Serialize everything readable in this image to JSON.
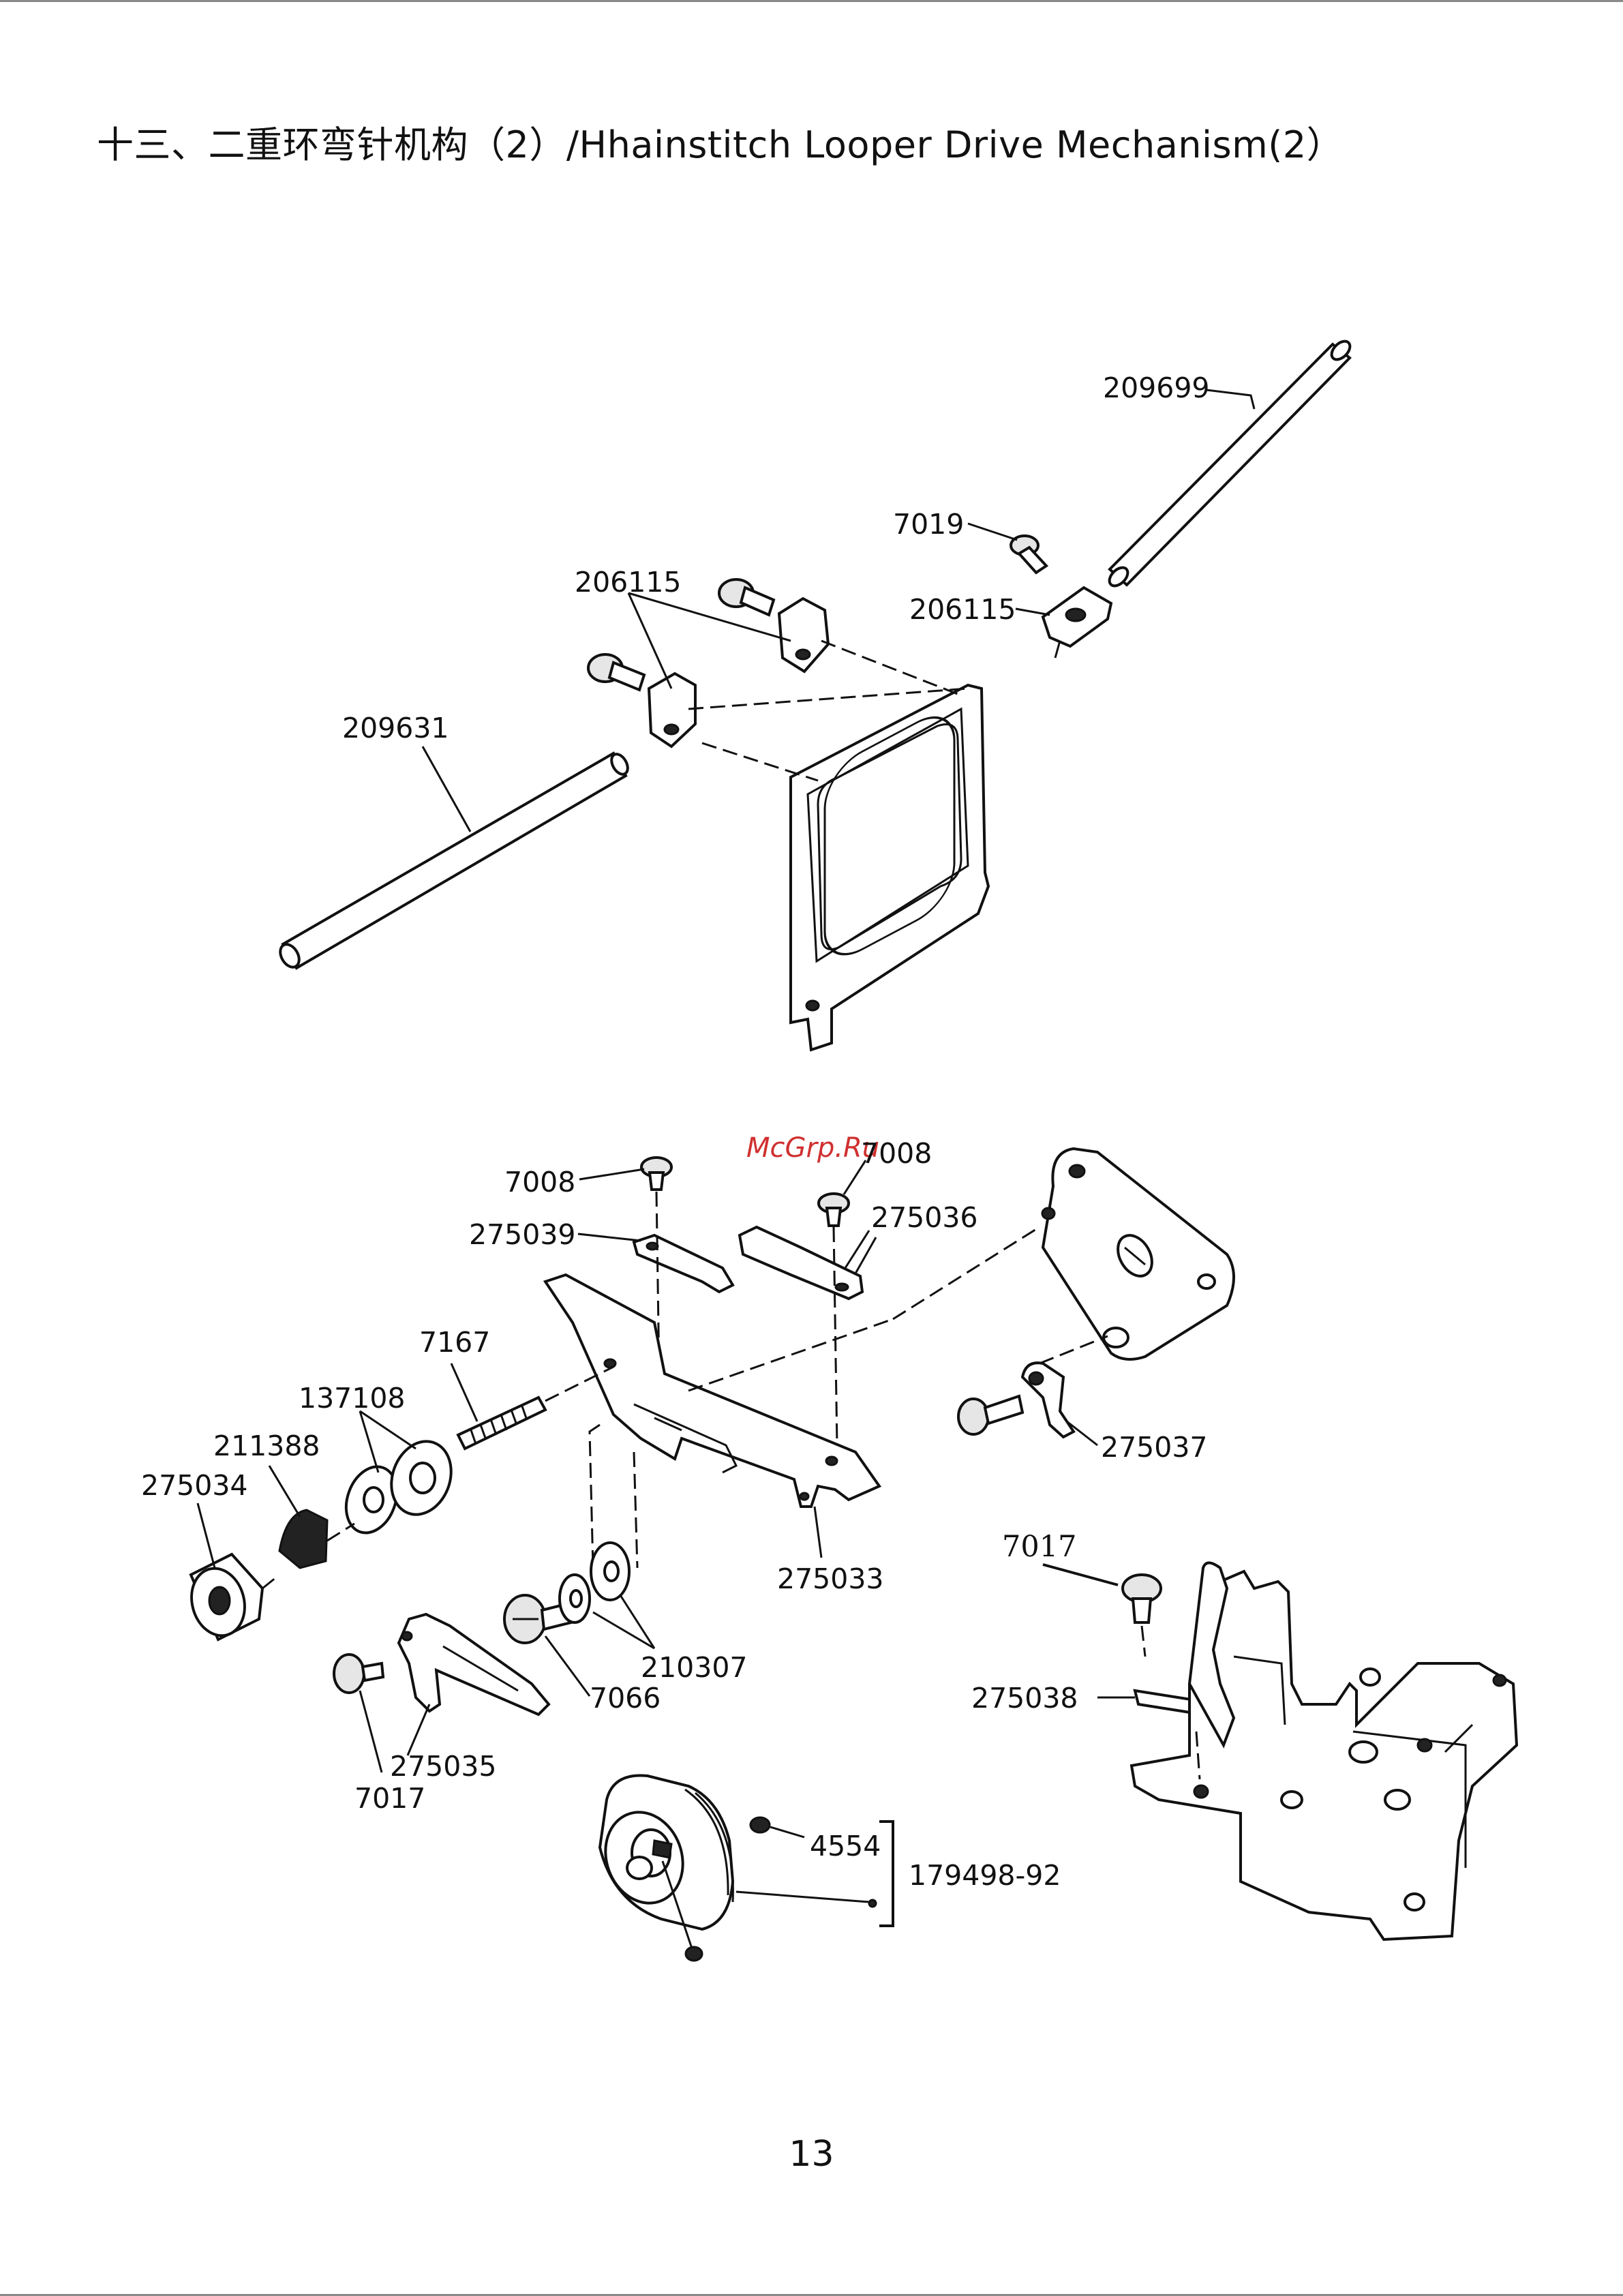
{
  "title": "十三、二重环弯针机构（2）/Hhainstitch Looper Drive Mechanism(2）",
  "watermark": "McGrp.Ru",
  "page_number": "13",
  "labels": {
    "p209699": "209699",
    "p7019": "7019",
    "p206115_right": "206115",
    "p206115_left": "206115",
    "p209631": "209631",
    "p7008_left": "7008",
    "p7008_right": "7008",
    "p275039": "275039",
    "p275036": "275036",
    "p7167": "7167",
    "p137108": "137108",
    "p211388": "211388",
    "p275034": "275034",
    "p275037": "275037",
    "p275033": "275033",
    "p7017_right": "7017",
    "p275038": "275038",
    "p210307": "210307",
    "p7066": "7066",
    "p275035": "275035",
    "p7017_left": "7017",
    "p4554": "4554",
    "p179498": "179498-92"
  }
}
